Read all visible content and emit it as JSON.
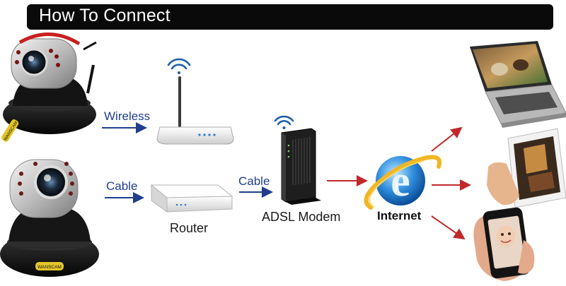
{
  "title": "How To Connect",
  "labels": {
    "wireless": "Wireless",
    "cable_camera": "Cable",
    "router": "Router",
    "cable_router": "Cable",
    "modem": "ADSL Modem",
    "internet": "Internet"
  },
  "camera_badge": "WANSCAM",
  "icons": {
    "camera_top": "ip-camera-icon",
    "camera_bottom": "ip-camera-icon",
    "wireless_router": "wireless-router-icon",
    "cable_router": "router-icon",
    "modem": "adsl-modem-icon",
    "internet": "internet-explorer-icon",
    "laptop": "laptop-icon",
    "tablet": "tablet-icon",
    "phone": "smartphone-icon"
  },
  "colors": {
    "header": "#0a0a0a",
    "blue_arrow": "#1f3e8c",
    "red_arrow": "#c0282a",
    "wifi": "#1f5fa8"
  }
}
